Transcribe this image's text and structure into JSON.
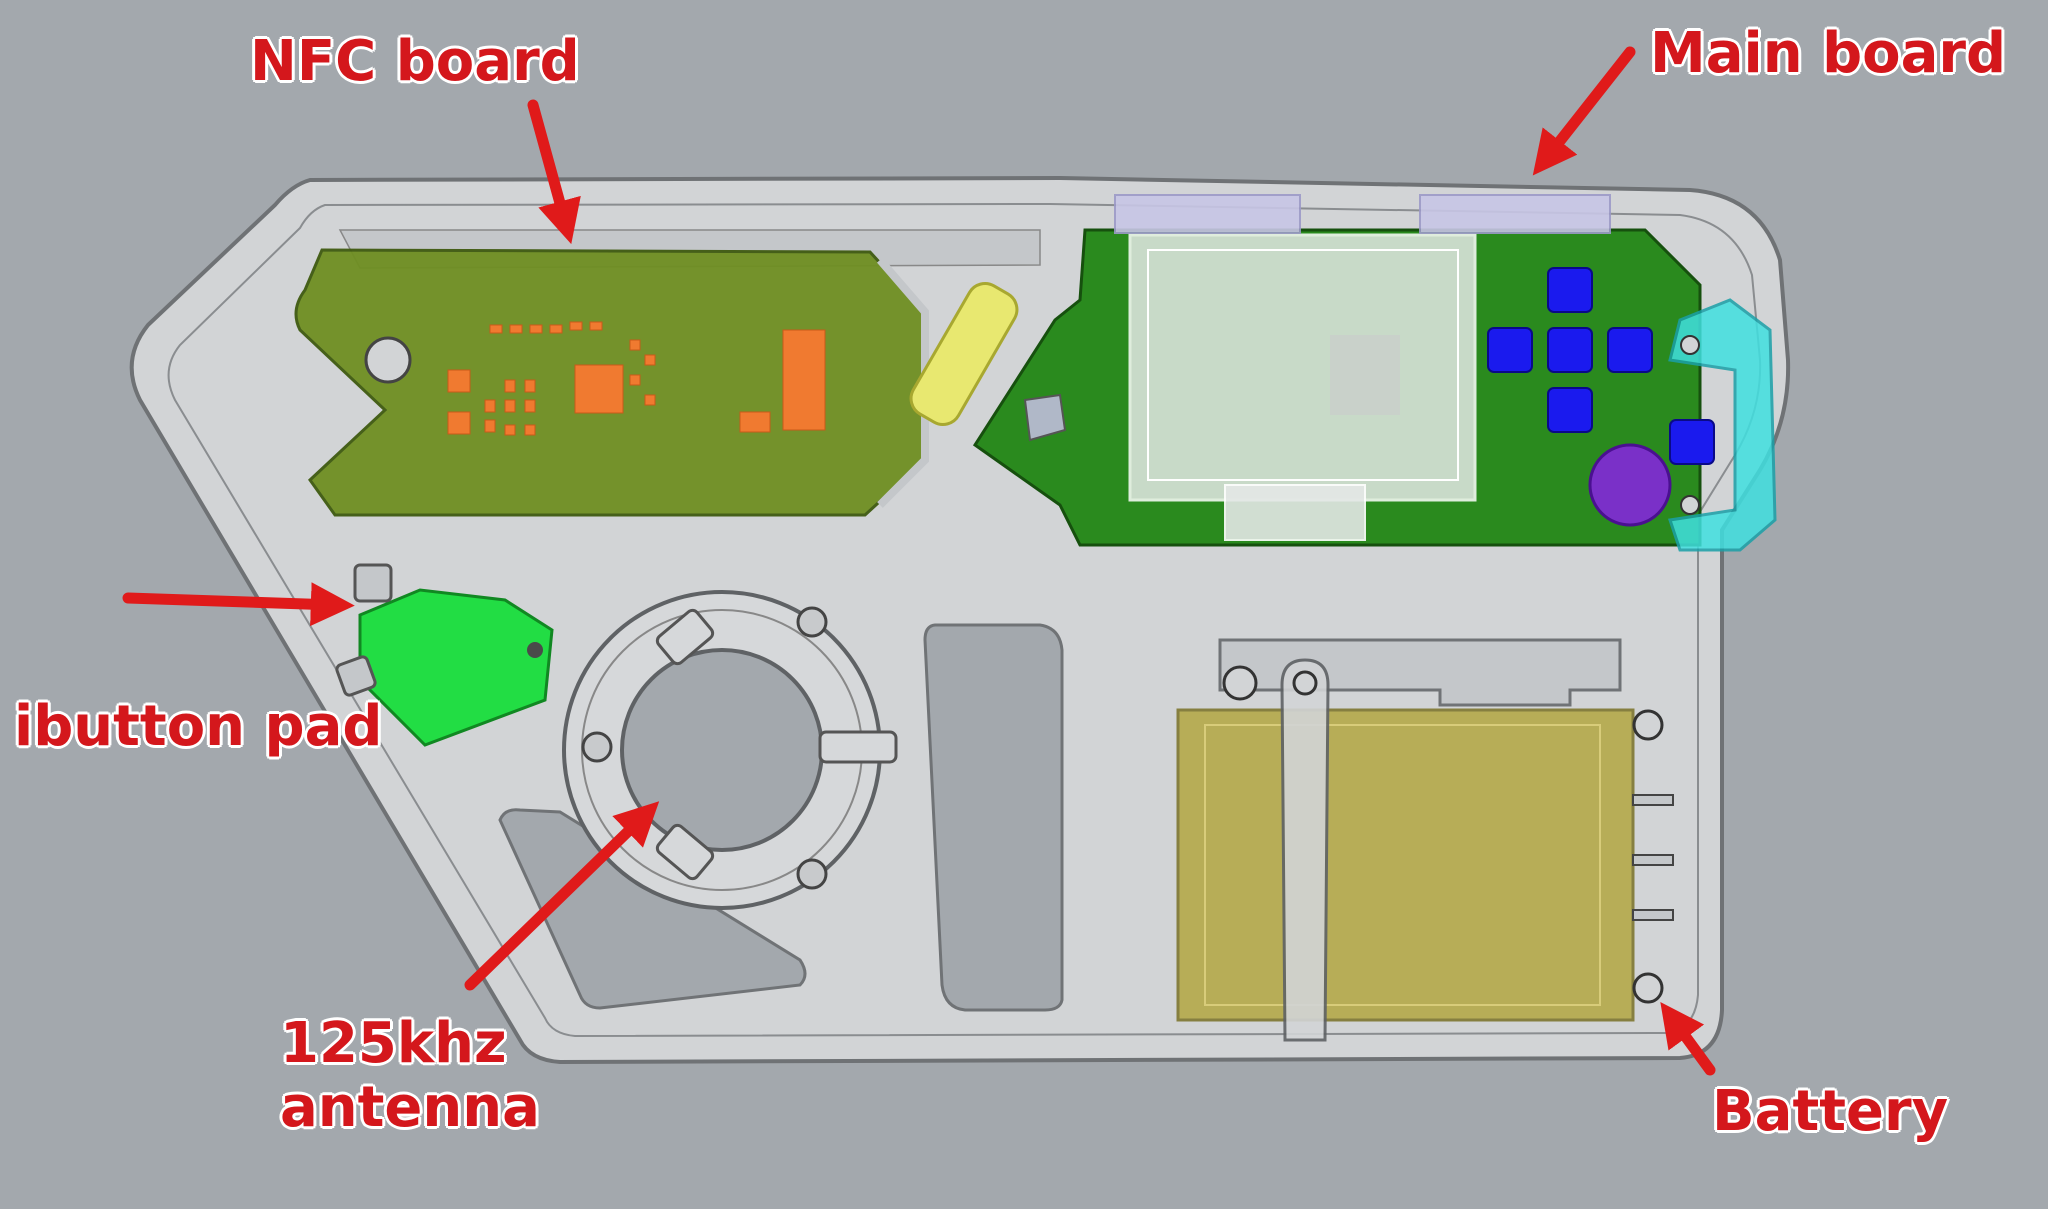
{
  "labels": {
    "nfc_board": "NFC board",
    "main_board": "Main board",
    "ibutton_pad": "ibutton pad",
    "antenna_line1": "125khz",
    "antenna_line2": "antenna",
    "battery": "Battery"
  },
  "colors": {
    "background": "#a3a8ad",
    "housing": "#d2d4d6",
    "housing_edge": "#7a7d80",
    "nfc_board": "#6f8f22",
    "main_board": "#2a8a1e",
    "ibutton_pad": "#22dd44",
    "battery": "#b5a94a",
    "callout_text": "#d4171c",
    "callout_arrow": "#e01a1a",
    "buttons": "#1a1aee",
    "cover": "#40e0e0",
    "coin_cell": "#7a30c8",
    "crystal": "#e8e870"
  }
}
